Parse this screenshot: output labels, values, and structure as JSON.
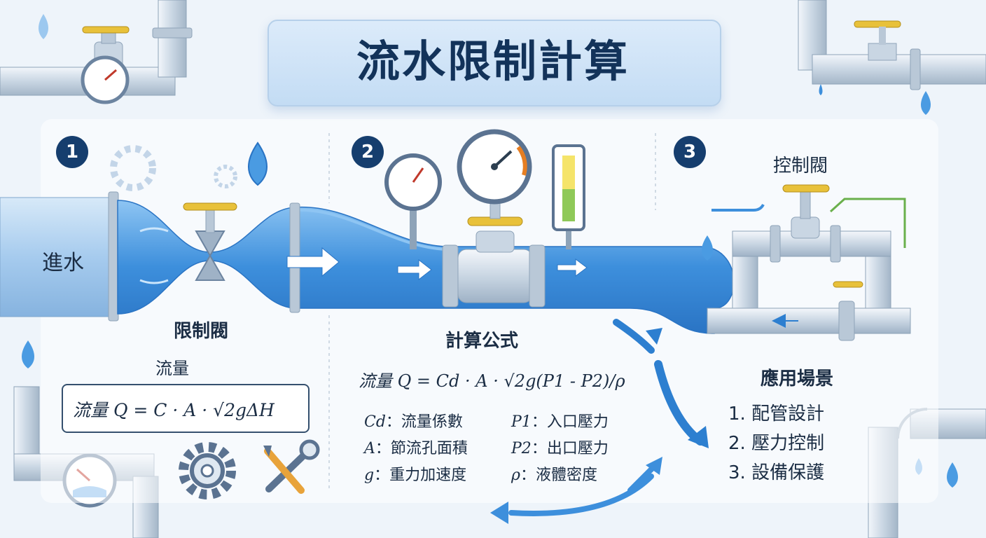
{
  "title": "流水限制計算",
  "steps": {
    "step1": {
      "number": "1",
      "inlet_label": "進水",
      "valve_label": "限制閥",
      "flow_label": "流量",
      "formula": "流量 Q = C · A · √2gΔH"
    },
    "step2": {
      "number": "2",
      "heading": "計算公式",
      "formula": "流量 Q = Cd · A · √2g(P1 - P2)/ρ",
      "legend": [
        {
          "symbol": "Cd",
          "desc": "：流量係數"
        },
        {
          "symbol": "P1",
          "desc": "：入口壓力"
        },
        {
          "symbol": "A",
          "desc": "：節流孔面積"
        },
        {
          "symbol": "P2",
          "desc": "：出口壓力"
        },
        {
          "symbol": "g",
          "desc": "：重力加速度"
        },
        {
          "symbol": "ρ",
          "desc": "：液體密度"
        }
      ]
    },
    "step3": {
      "number": "3",
      "valve_label": "控制閥",
      "applications_heading": "應用場景",
      "applications": [
        "1. 配管設計",
        "2. 壓力控制",
        "3. 設備保護"
      ]
    }
  },
  "colors": {
    "background": "#eef4fa",
    "title_text": "#13335a",
    "badge": "#163e6e",
    "water": "#3d8fdc",
    "pipe": "#c9d6e3",
    "valve_handle": "#e8c13a"
  },
  "icons": [
    "gear-icon",
    "wrench-icon",
    "water-drop-icon",
    "pressure-gauge-icon",
    "thermometer-icon",
    "arrow-icon"
  ]
}
